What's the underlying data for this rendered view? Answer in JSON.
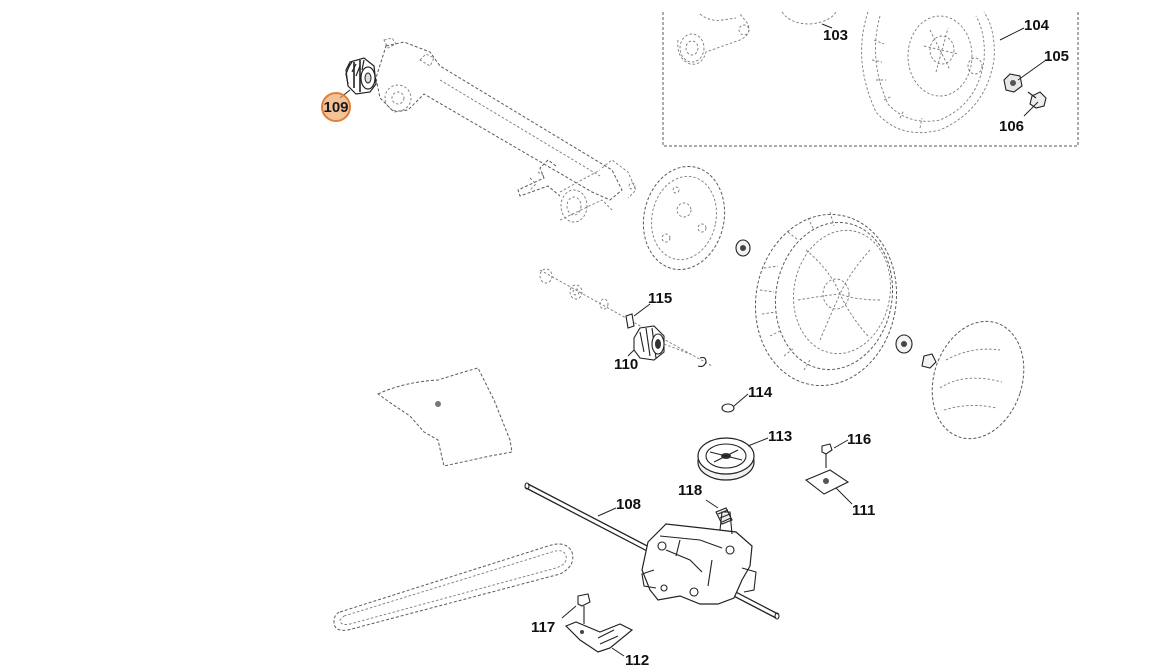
{
  "diagram": {
    "highlight_color": "#F0A060",
    "highlight_stroke": "#E0803A",
    "highlighted_part": "109",
    "labels": {
      "p103": "103",
      "p104": "104",
      "p105": "105",
      "p106": "106",
      "p108": "108",
      "p109": "109",
      "p110": "110",
      "p111": "111",
      "p112": "112",
      "p113": "113",
      "p114": "114",
      "p115": "115",
      "p116": "116",
      "p117": "117",
      "p118": "118"
    }
  }
}
